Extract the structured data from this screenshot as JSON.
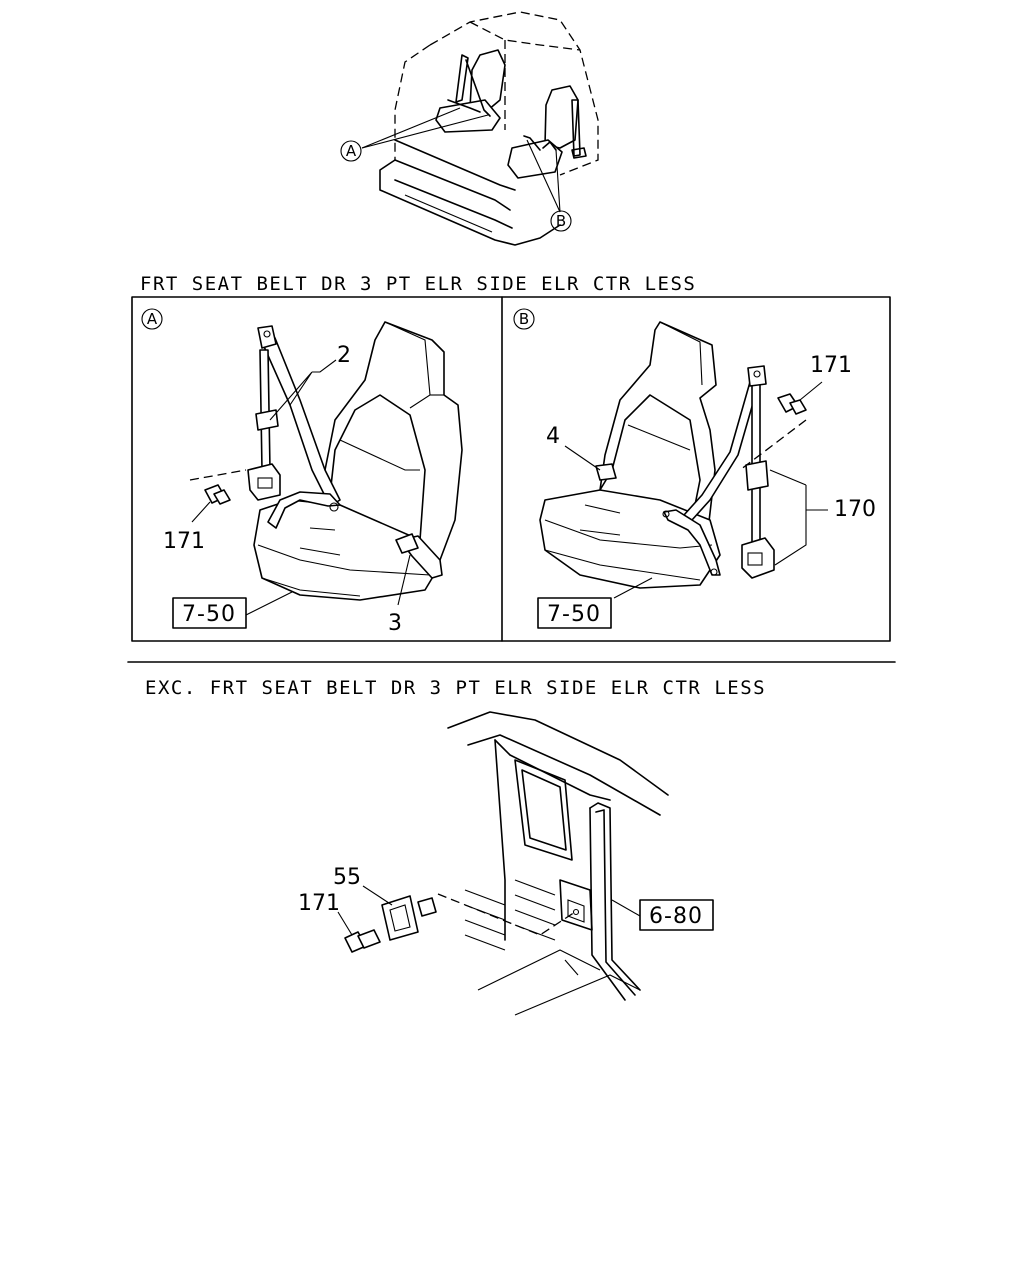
{
  "overview": {
    "marker_a": "A",
    "marker_b": "B"
  },
  "section1": {
    "caption": "FRT SEAT BELT DR 3 PT ELR SIDE ELR CTR LESS",
    "panel_a": {
      "marker": "A",
      "callouts": {
        "belt": "2",
        "buckle": "3",
        "bolt": "171"
      },
      "ref_box": "7-50"
    },
    "panel_b": {
      "marker": "B",
      "callouts": {
        "buckle": "4",
        "bolt": "171",
        "retractor": "170"
      },
      "ref_box": "7-50"
    }
  },
  "section2": {
    "caption": "EXC. FRT SEAT BELT DR 3 PT ELR SIDE ELR CTR LESS",
    "callouts": {
      "bracket": "55",
      "bolt": "171"
    },
    "ref_box": "6-80"
  }
}
